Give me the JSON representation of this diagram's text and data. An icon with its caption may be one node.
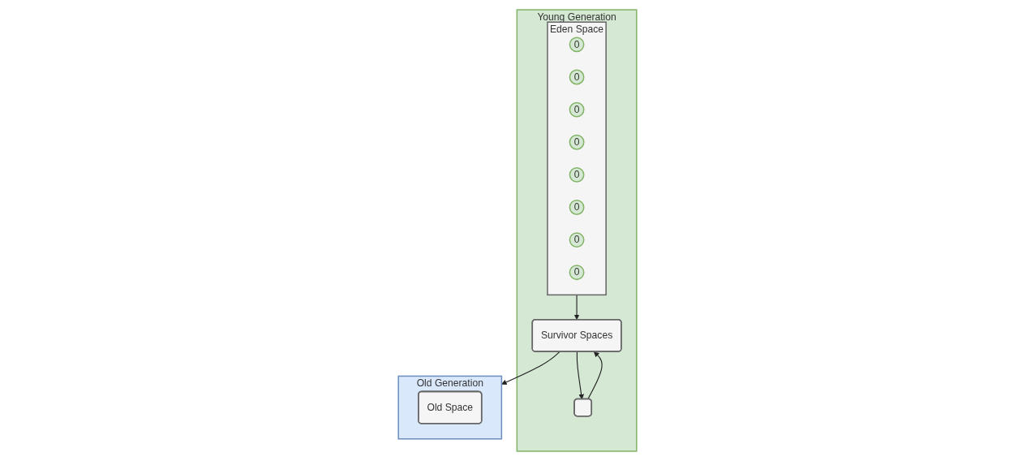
{
  "diagram": {
    "nodes": [
      {
        "text": [
          "Young Generation"
        ]
      },
      {
        "text": [
          "Eden Space"
        ],
        "in": 0
      },
      {
        "text": [
          "0"
        ],
        "in": 1
      },
      {
        "text": [
          "0"
        ],
        "in": 1
      },
      {
        "text": [
          "0"
        ],
        "in": 1
      },
      {
        "text": [
          "0"
        ],
        "in": 1
      },
      {
        "text": [
          "0"
        ],
        "in": 1
      },
      {
        "text": [
          "0"
        ],
        "in": 1
      },
      {
        "text": [
          "0"
        ],
        "in": 1
      },
      {
        "text": [
          "0"
        ],
        "in": 1
      },
      {
        "text": [
          "Survivor Spaces"
        ],
        "in": 0
      },
      {
        "text": [],
        "shape": "box",
        "in": 0
      },
      {
        "text": [
          "Old Generation"
        ]
      },
      {
        "text": [
          "Old Space"
        ],
        "in": 12
      }
    ],
    "edges": [
      {
        "from": 1,
        "to": 10,
        "arrow": "to"
      },
      {
        "from": 10,
        "to": 11,
        "arrow": "to"
      },
      {
        "from": 11,
        "to": 10,
        "arrow": "to"
      },
      {
        "from": 10,
        "to": 12,
        "arrow": "to"
      }
    ]
  }
}
